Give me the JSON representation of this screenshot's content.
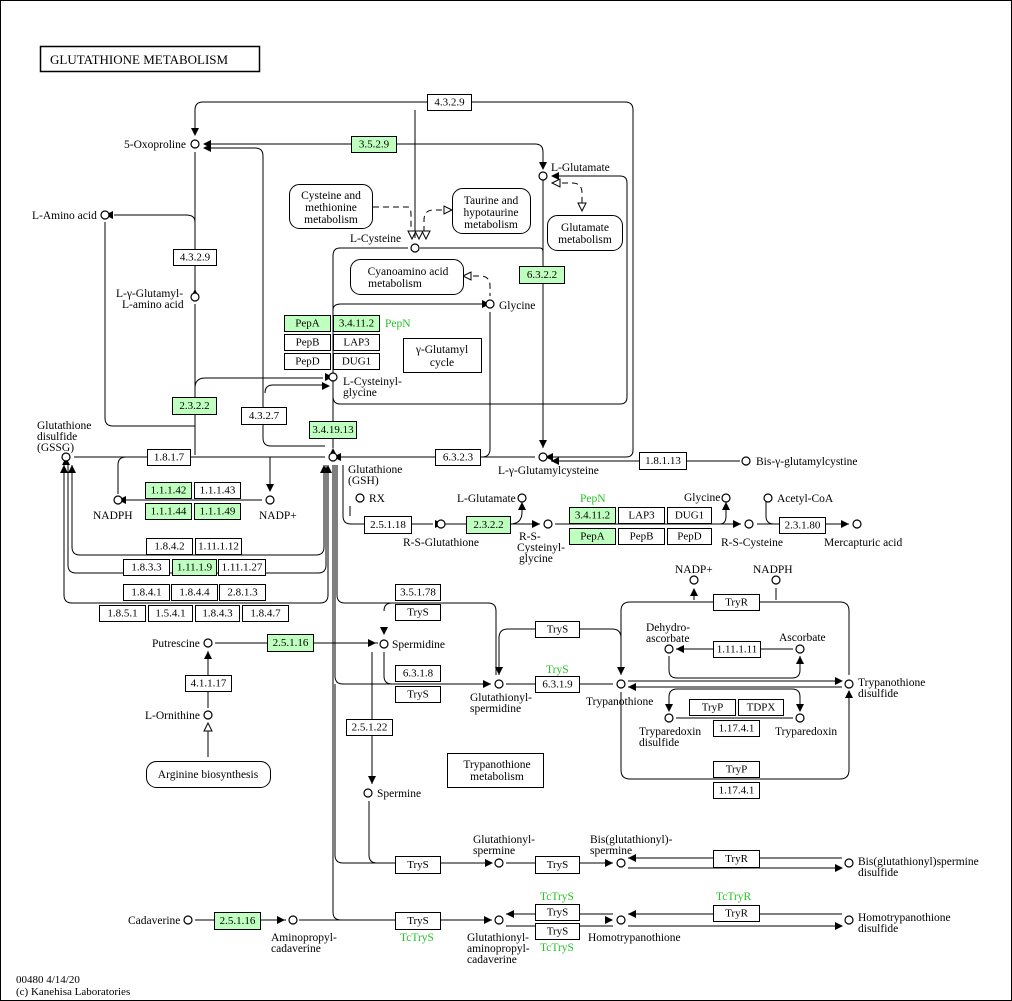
{
  "title": "GLUTATHIONE  METABOLISM",
  "footer": {
    "code": "00480 4/14/20",
    "copyright": "(c) Kanehisa Laboratories"
  },
  "colors": {
    "found_fill": "#bfffbf",
    "found_text": "#26c226",
    "line": "#000000"
  },
  "enzymes": {
    "e_4_3_2_9_top": "4.3.2.9",
    "e_3_5_2_9": "3.5.2.9",
    "e_4_3_2_9_left": "4.3.2.9",
    "e_6_3_2_2": "6.3.2.2",
    "e_pepa_1": "PepA",
    "e_3_4_11_2_1": "3.4.11.2",
    "e_pepb_1": "PepB",
    "e_lap3_1": "LAP3",
    "e_pepd_1": "PepD",
    "e_dug1_1": "DUG1",
    "e_2_3_2_2_a": "2.3.2.2",
    "e_4_3_2_7": "4.3.2.7",
    "e_3_4_19_13": "3.4.19.13",
    "e_1_8_1_7": "1.8.1.7",
    "e_6_3_2_3": "6.3.2.3",
    "e_1_8_1_13": "1.8.1.13",
    "e_1_1_1_42": "1.1.1.42",
    "e_1_1_1_43": "1.1.1.43",
    "e_1_1_1_44": "1.1.1.44",
    "e_1_1_1_49": "1.1.1.49",
    "e_2_5_1_18": "2.5.1.18",
    "e_2_3_2_2_b": "2.3.2.2",
    "e_3_4_11_2_2": "3.4.11.2",
    "e_lap3_2": "LAP3",
    "e_dug1_2": "DUG1",
    "e_pepa_2": "PepA",
    "e_pepb_2": "PepB",
    "e_pepd_2": "PepD",
    "e_2_3_1_80": "2.3.1.80",
    "e_1_8_4_2": "1.8.4.2",
    "e_1_11_1_12": "1.11.1.12",
    "e_1_8_3_3": "1.8.3.3",
    "e_1_11_1_9": "1.11.1.9",
    "e_1_11_1_27": "1.11.1.27",
    "e_1_8_4_1": "1.8.4.1",
    "e_1_8_4_4": "1.8.4.4",
    "e_2_8_1_3": "2.8.1.3",
    "e_1_8_5_1": "1.8.5.1",
    "e_1_5_4_1": "1.5.4.1",
    "e_1_8_4_3": "1.8.4.3",
    "e_1_8_4_7": "1.8.4.7",
    "e_3_5_1_78": "3.5.1.78",
    "e_trys_1": "TryS",
    "e_2_5_1_16_a": "2.5.1.16",
    "e_6_3_1_8": "6.3.1.8",
    "e_trys_2": "TryS",
    "e_4_1_1_17": "4.1.1.17",
    "e_2_5_1_22": "2.5.1.22",
    "e_trys_3": "TryS",
    "e_6_3_1_9": "6.3.1.9",
    "e_tryr_1": "TryR",
    "e_1_11_1_11": "1.11.1.11",
    "e_tryp": "TryP",
    "e_tdpx": "TDPX",
    "e_1_17_4_1_a": "1.17.4.1",
    "e_tryp_2": "TryP",
    "e_1_17_4_1_b": "1.17.4.1",
    "e_trys_4": "TryS",
    "e_trys_5": "TryS",
    "e_tryr_2": "TryR",
    "e_2_5_1_16_b": "2.5.1.16",
    "e_trys_6": "TryS",
    "e_trys_7": "TryS",
    "e_trys_8": "TryS",
    "e_tryr_3": "TryR"
  },
  "compounds": {
    "oxoproline": "5-Oxoproline",
    "l_glutamate_top": "L-Glutamate",
    "l_amino_acid": "L-Amino acid",
    "l_cysteine": "L-Cysteine",
    "gamma_glutamyl_amino_acid_1": "L-γ-Glutamyl-",
    "gamma_glutamyl_amino_acid_2": "L-amino acid",
    "glycine_top": "Glycine",
    "cys_gly_1": "L-Cysteinyl-",
    "cys_gly_2": "glycine",
    "gssg_1": "Glutathione",
    "gssg_2": "disulfide",
    "gssg_3": "(GSSG)",
    "gsh_1": "Glutathione",
    "gsh_2": "(GSH)",
    "gamma_glu_cys": "L-γ-Glutamylcysteine",
    "bis_gamma": "Bis-γ-glutamylcystine",
    "nadph_1": "NADPH",
    "nadp_1": "NADP+",
    "rx": "RX",
    "l_glutamate_mid": "L-Glutamate",
    "glycine_mid": "Glycine",
    "acetyl_coa": "Acetyl-CoA",
    "rs_glutathione": "R-S-Glutathione",
    "rs_cysgly_1": "R-S-",
    "rs_cysgly_2": "Cysteinyl-",
    "rs_cysgly_3": "glycine",
    "rs_cysteine": "R-S-Cysteine",
    "mercapturic": "Mercapturic acid",
    "nadp_2": "NADP+",
    "nadph_2": "NADPH",
    "putrescine": "Putrescine",
    "spermidine": "Spermidine",
    "dehydroascorbate_1": "Dehydro-",
    "dehydroascorbate_2": "ascorbate",
    "ascorbate": "Ascorbate",
    "l_ornithine": "L-Ornithine",
    "glutathionylspermidine_1": "Glutathionyl-",
    "glutathionylspermidine_2": "spermidine",
    "trypanothione": "Trypanothione",
    "trypanothione_disulfide_1": "Trypanothione",
    "trypanothione_disulfide_2": "disulfide",
    "tryparedoxin_disulfide_1": "Tryparedoxin",
    "tryparedoxin_disulfide_2": "disulfide",
    "tryparedoxin": "Tryparedoxin",
    "spermine": "Spermine",
    "glutathionylspermine_1": "Glutathionyl-",
    "glutathionylspermine_2": "spermine",
    "bis_glutathionyl_spermine_1": "Bis(glutathionyl)-",
    "bis_glutathionyl_spermine_2": "spermine",
    "bis_glutathionyl_spermine_disulfide_1": "Bis(glutathionyl)spermine",
    "bis_glutathionyl_spermine_disulfide_2": "disulfide",
    "cadaverine": "Cadaverine",
    "aminopropylcadaverine_1": "Aminopropyl-",
    "aminopropylcadaverine_2": "cadaverine",
    "glutathionylaminopropylcadaverine_1": "Glutathionyl-",
    "glutathionylaminopropylcadaverine_2": "aminopropyl-",
    "glutathionylaminopropylcadaverine_3": "cadaverine",
    "homotrypanothione": "Homotrypanothione",
    "homotrypanothione_disulfide_1": "Homotrypanothione",
    "homotrypanothione_disulfide_2": "disulfide"
  },
  "maps": {
    "cys_met_1": "Cysteine and",
    "cys_met_2": "methionine",
    "cys_met_3": "metabolism",
    "taurine_1": "Taurine and",
    "taurine_2": "hypotaurine",
    "taurine_3": "metabolism",
    "glutamate_1": "Glutamate",
    "glutamate_2": "metabolism",
    "cyanoamino_1": "Cyanoamino acid",
    "cyanoamino_2": "metabolism",
    "gamma_cycle_1": "γ-Glutamyl",
    "gamma_cycle_2": "cycle",
    "arginine": "Arginine biosynthesis",
    "trypanothione_map_1": "Trypanothione",
    "trypanothione_map_2": "metabolism"
  },
  "gene_labels": {
    "pepn_1": "PepN",
    "pepn_2": "PepN",
    "trys_green": "TryS",
    "tctrys_1": "TcTryS",
    "tctrys_2": "TcTryS",
    "tctrys_3": "TcTryS",
    "tctryr": "TcTryR"
  }
}
